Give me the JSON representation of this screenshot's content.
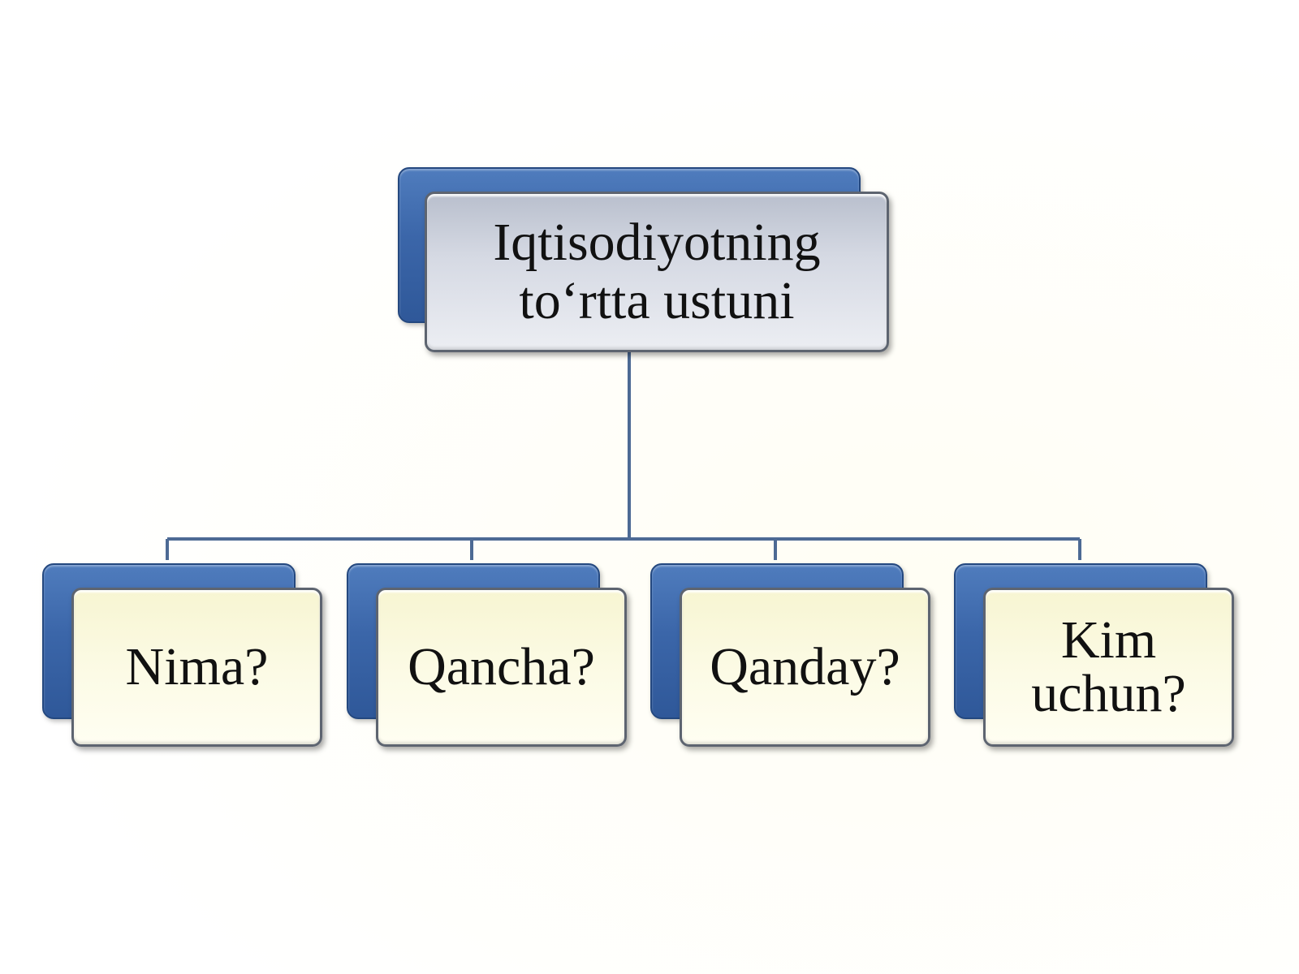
{
  "diagram": {
    "root": {
      "lines": [
        "Iqtisodiyotning",
        "to‘rtta ustuni"
      ]
    },
    "children": [
      {
        "lines": [
          "Nima?"
        ]
      },
      {
        "lines": [
          "Qancha?"
        ]
      },
      {
        "lines": [
          "Qanday?"
        ]
      },
      {
        "lines": [
          "Kim",
          "uchun?"
        ]
      }
    ]
  },
  "colors": {
    "connector": "#4d6a94",
    "back_box": "#3b66a9",
    "root_front": "#d5d9e3",
    "leaf_front": "#fcfbe6",
    "border": "#5d6470"
  }
}
